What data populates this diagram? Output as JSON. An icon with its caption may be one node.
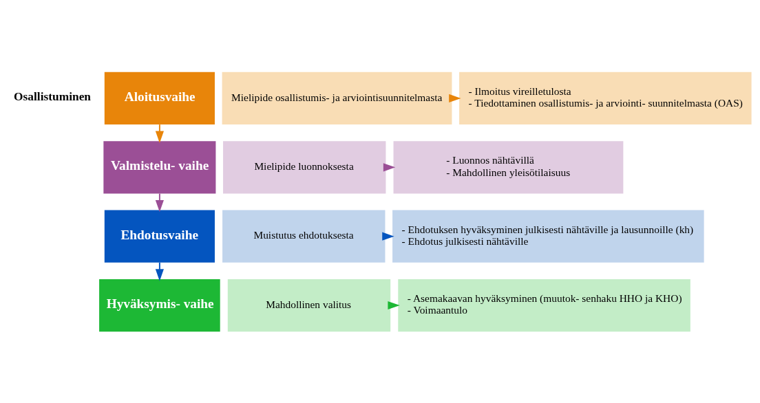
{
  "diagram": {
    "nodes": [
      {
        "text": [
          "Aloitusvaihe"
        ]
      },
      {
        "text": [
          "- Ilmoitus vireilletulosta",
          "- Tiedottaminen osallistumis- ja arviointi- suunnitelmasta (OAS)"
        ]
      },
      {
        "text": [
          "Mielipide osallistumis- ja arviointisuunnitelmasta"
        ]
      },
      {
        "text": [
          "Valmistelu- vaihe"
        ]
      },
      {
        "text": [
          "- Luonnos nähtävillä",
          "- Mahdollinen yleisötilaisuus"
        ]
      },
      {
        "text": [
          "Mielipide luonnoksesta"
        ]
      },
      {
        "text": [
          "Ehdotusvaihe"
        ]
      },
      {
        "text": [
          "- Ehdotuksen hyväksyminen julkisesti nähtäville ja lausunnoille (kh)",
          "- Ehdotus julkisesti nähtäville"
        ]
      },
      {
        "text": [
          "Muistutus ehdotuksesta"
        ]
      },
      {
        "text": [
          "Hyväksymis- vaihe"
        ]
      },
      {
        "text": [
          "- Asemakaavan hyväksyminen (muutok- senhaku HHO ja KHO)",
          "- Voimaantulo"
        ]
      },
      {
        "text": [
          "Mahdollinen valitus"
        ]
      }
    ],
    "edges": [
      {
        "from": 0,
        "to": 3,
        "arrow": "to",
        "color": "#e8850a"
      },
      {
        "from": 3,
        "to": 6,
        "arrow": "to",
        "color": "#9b4f96"
      },
      {
        "from": 6,
        "to": 9,
        "arrow": "to",
        "color": "#0455bf"
      },
      {
        "from": 2,
        "to": 1,
        "arrow": "to",
        "color": "#e8850a"
      },
      {
        "from": 5,
        "to": 4,
        "arrow": "to",
        "color": "#9b4f96"
      },
      {
        "from": 8,
        "to": 7,
        "arrow": "to",
        "color": "#0455bf"
      },
      {
        "from": 11,
        "to": 10,
        "arrow": "to",
        "color": "#1db835"
      }
    ],
    "labels": [
      "Osallistuminen"
    ]
  }
}
